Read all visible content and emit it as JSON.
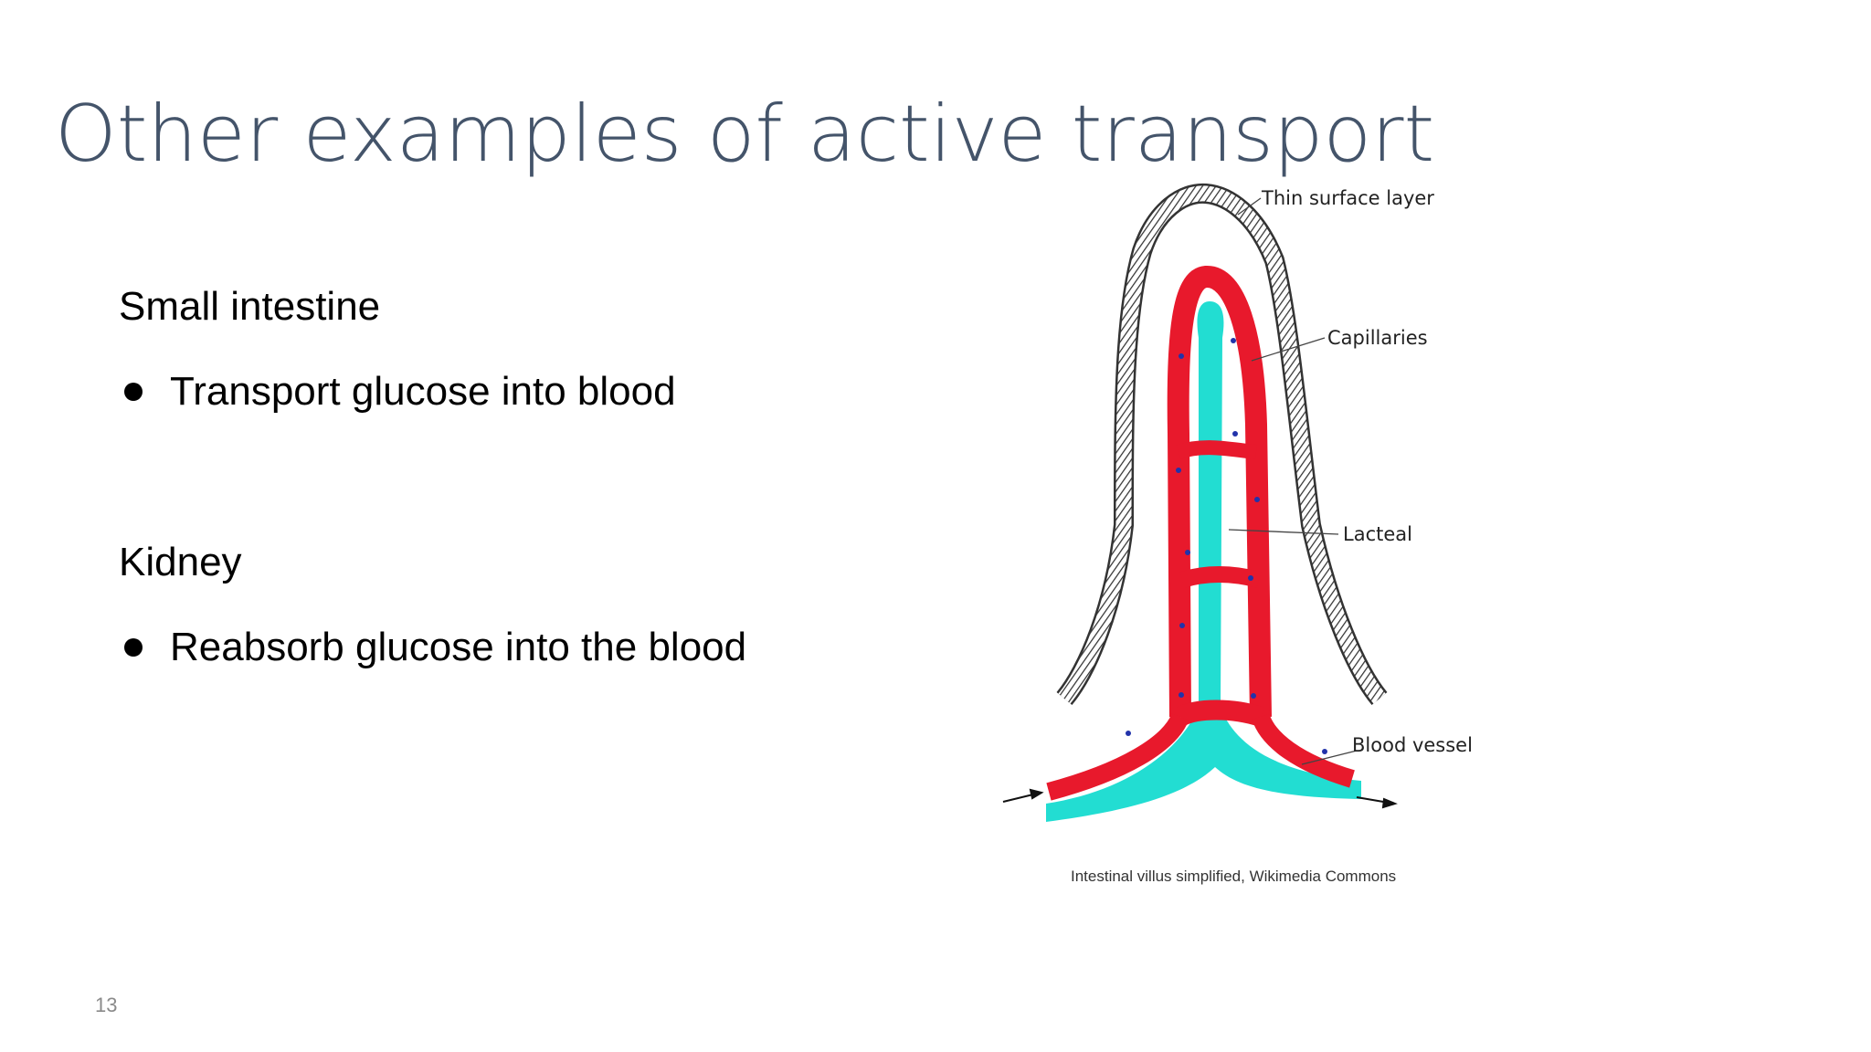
{
  "slide": {
    "title": "Other examples of active transport",
    "sections": [
      {
        "heading": "Small intestine",
        "bullet": "Transport glucose into blood"
      },
      {
        "heading": "Kidney",
        "bullet": "Reabsorb glucose into the blood"
      }
    ],
    "figure": {
      "labels": {
        "surface": "Thin surface layer",
        "capillaries": "Capillaries",
        "lacteal": "Lacteal",
        "vessel": "Blood vessel"
      },
      "caption": "Intestinal villus simplified, Wikimedia Commons",
      "colors": {
        "capillary": "#e8192c",
        "lacteal": "#22ddd2",
        "outline": "#333333"
      }
    },
    "page_number": "13"
  }
}
